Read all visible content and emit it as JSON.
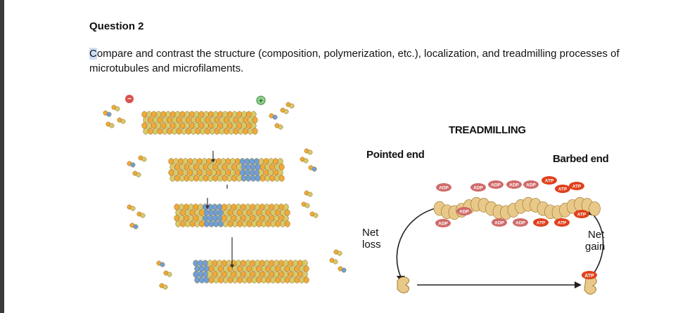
{
  "question": {
    "title": "Question 2",
    "text_first_letter": "C",
    "text_rest": "ompare and contrast the structure (composition, polymerization, etc.), localization, and treadmilling processes of microtubules and microfilaments."
  },
  "figure_left": {
    "minus_sign": "−",
    "plus_sign": "+"
  },
  "figure_right": {
    "title": "TREADMILLING",
    "pointed_end": "Pointed end",
    "barbed_end": "Barbed end",
    "net_loss_1": "Net",
    "net_loss_2": "loss",
    "net_gain_1": "Net",
    "net_gain_2": "gain",
    "adp_label": "ADP",
    "atp_label": "ATP"
  },
  "colors": {
    "alpha_tubulin": "#f0a93a",
    "beta_tubulin": "#d8c86a",
    "new_subunit": "#6fa0d8",
    "atp_red": "#e0401c",
    "minus_red": "#d9534f",
    "plus_green": "#5cb85c",
    "actin_tan": "#e9c98a"
  }
}
